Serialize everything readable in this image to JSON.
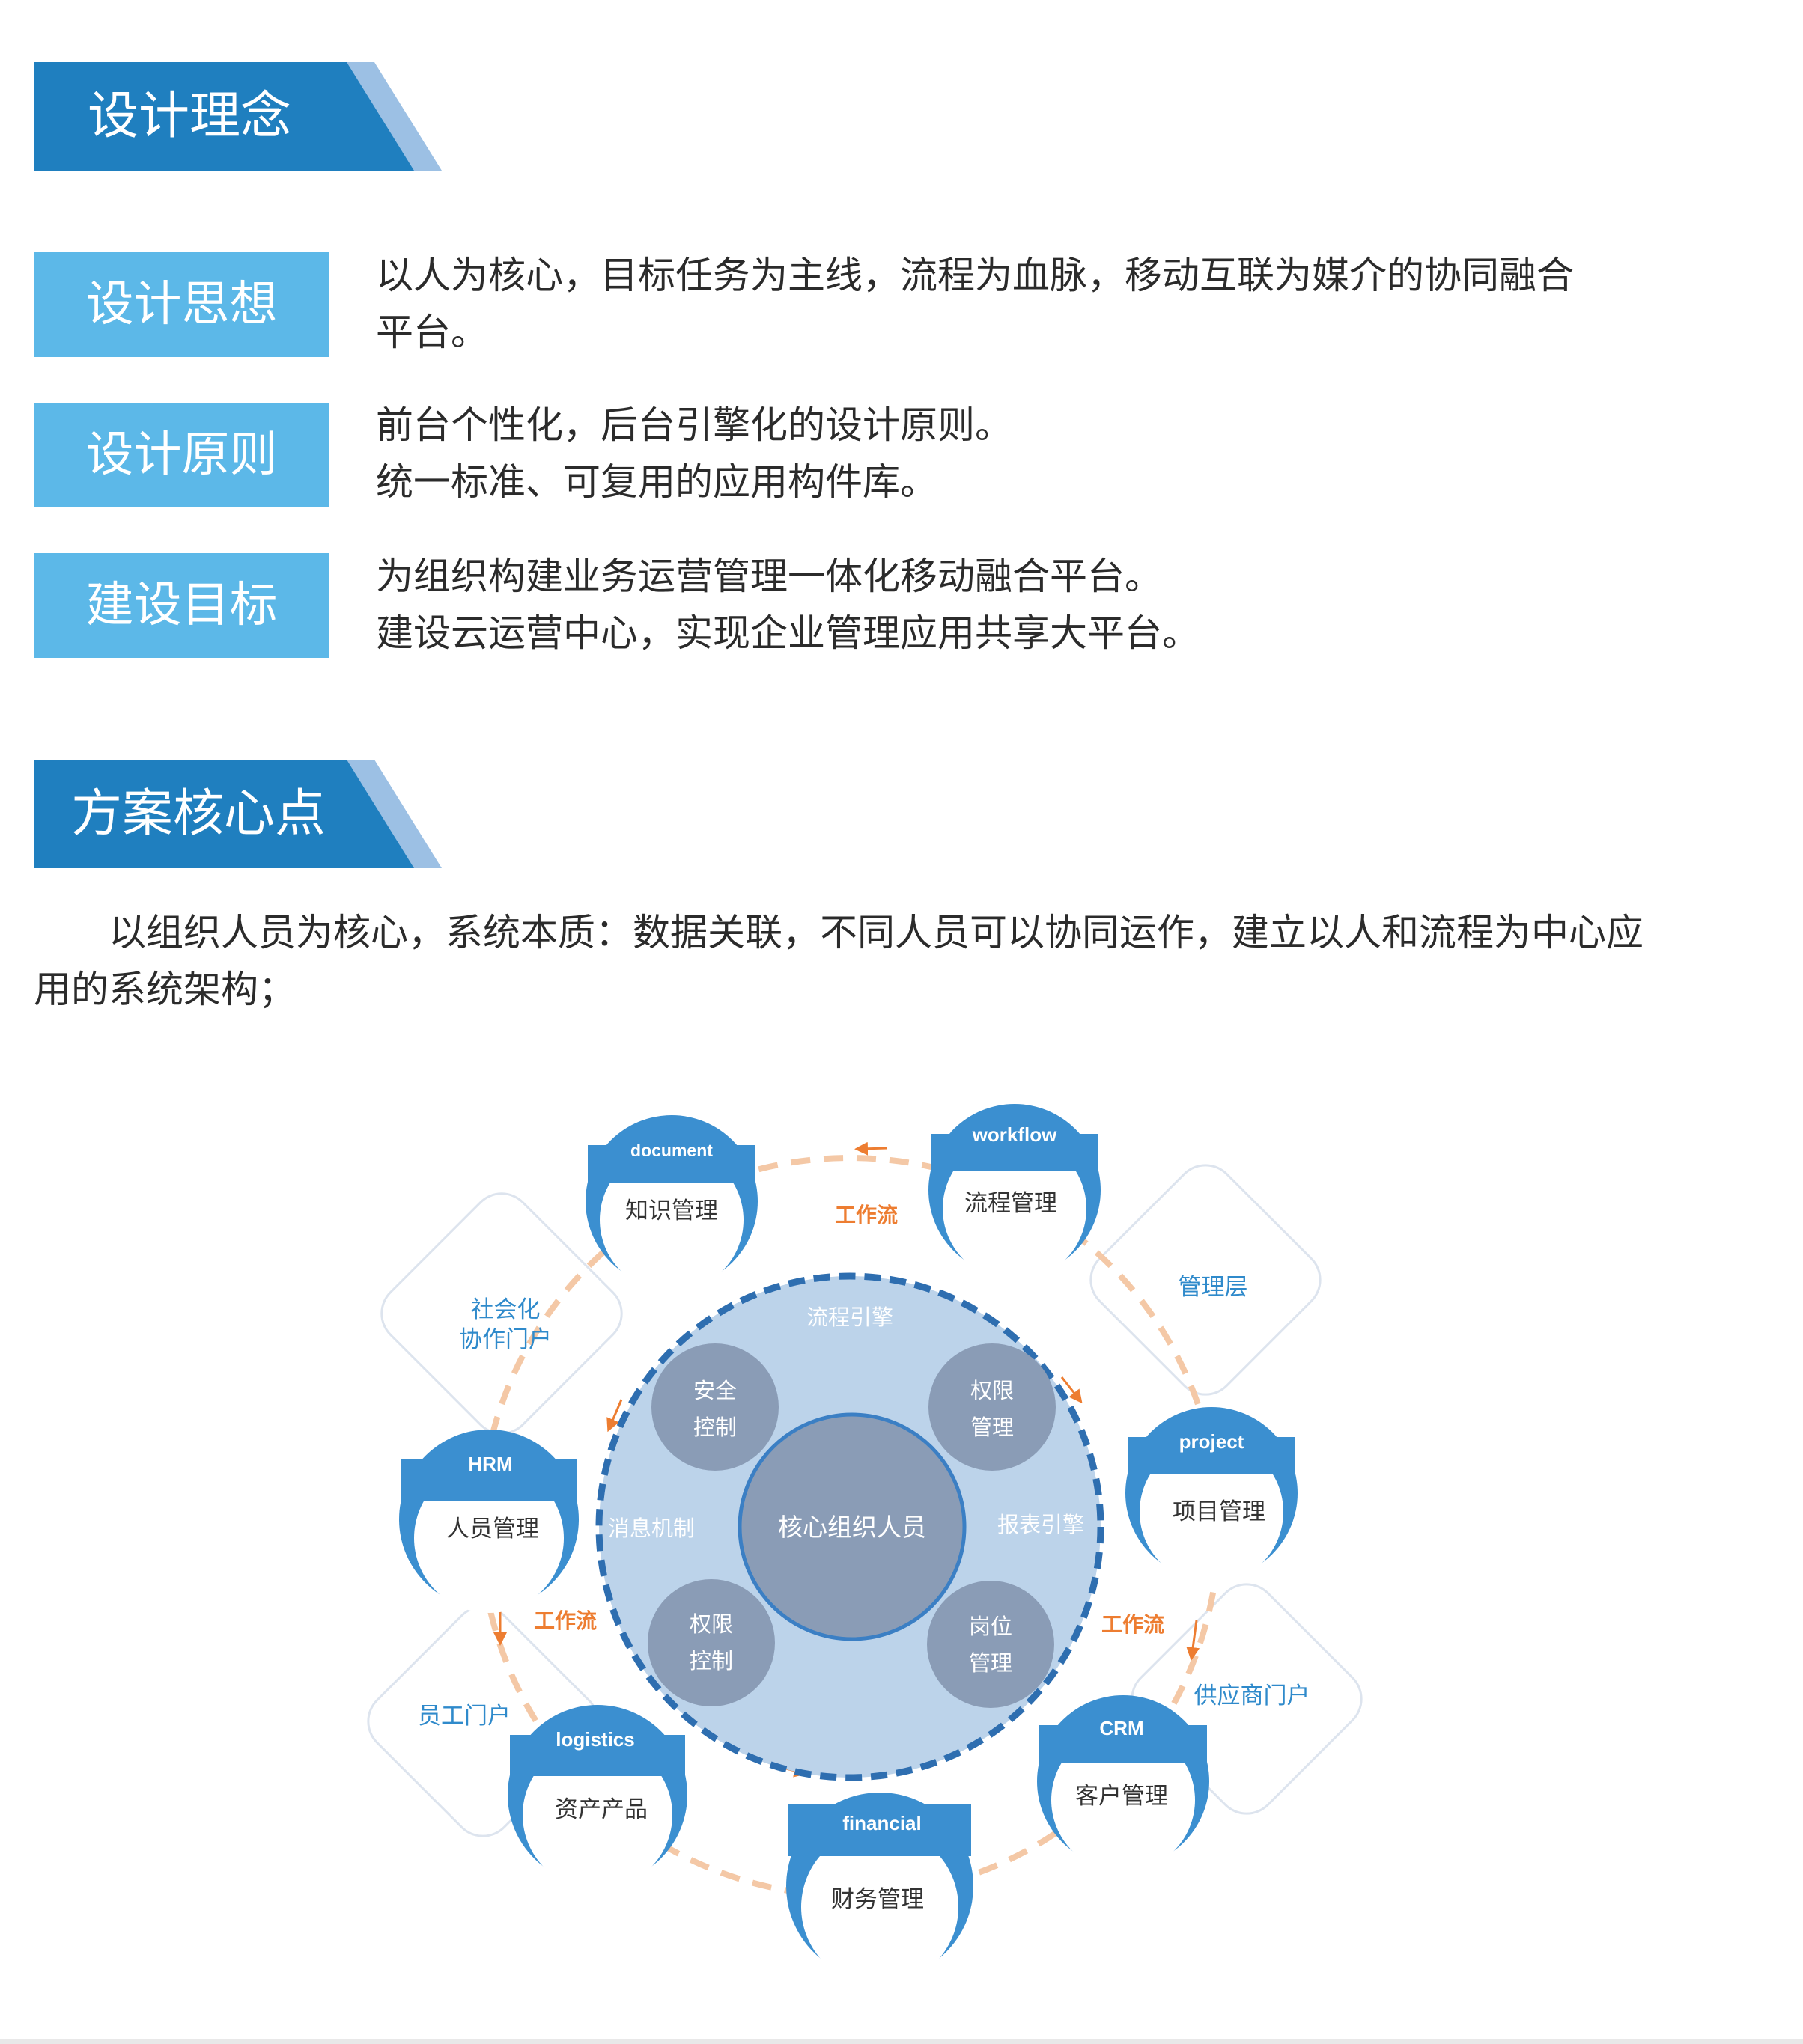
{
  "section1": {
    "title": "设计理念"
  },
  "rows": [
    {
      "label": "设计思想",
      "lines": [
        "以人为核心，目标任务为主线，流程为血脉，移动互联为媒介的协同融合",
        "平台。"
      ]
    },
    {
      "label": "设计原则",
      "lines": [
        "前台个性化，后台引擎化的设计原则。",
        "统一标准、可复用的应用构件库。"
      ]
    },
    {
      "label": "建设目标",
      "lines": [
        "为组织构建业务运营管理一体化移动融合平台。",
        "建设云运营中心，实现企业管理应用共享大平台。"
      ]
    }
  ],
  "section2": {
    "title": "方案核心点",
    "intro_lines": [
      "　　以组织人员为核心，系统本质：数据关联，不同人员可以协同运作，建立以人和流程为中心应",
      "用的系统架构；"
    ]
  },
  "diagram": {
    "core": "核心组织人员",
    "ring_labels": {
      "top": "流程引擎",
      "left": "消息机制",
      "right": "报表引擎"
    },
    "inner_nodes": [
      {
        "l1": "安全",
        "l2": "控制"
      },
      {
        "l1": "权限",
        "l2": "管理"
      },
      {
        "l1": "权限",
        "l2": "控制"
      },
      {
        "l1": "岗位",
        "l2": "管理"
      }
    ],
    "modules": [
      {
        "en": "document",
        "cn": "知识管理"
      },
      {
        "en": "workflow",
        "cn": "流程管理"
      },
      {
        "en": "project",
        "cn": "项目管理"
      },
      {
        "en": "CRM",
        "cn": "客户管理"
      },
      {
        "en": "financial",
        "cn": "财务管理"
      },
      {
        "en": "logistics",
        "cn": "资产产品"
      },
      {
        "en": "HRM",
        "cn": "人员管理"
      }
    ],
    "portals": [
      {
        "lines": [
          "社会化",
          "协作门户"
        ]
      },
      {
        "lines": [
          "管理层"
        ]
      },
      {
        "lines": [
          "供应商门户"
        ]
      },
      {
        "lines": [
          "员工门户"
        ]
      }
    ],
    "workflow_labels": [
      "工作流",
      "工作流",
      "工作流"
    ],
    "colors": {
      "module_ring": "#3b8fd0",
      "inner_fill": "#8a9cb6",
      "ring_fill": "#bcd3ea",
      "ring_dash": "#2e6eb0",
      "arrow": "#ed7d31",
      "portal_text": "#2f8acb"
    }
  }
}
